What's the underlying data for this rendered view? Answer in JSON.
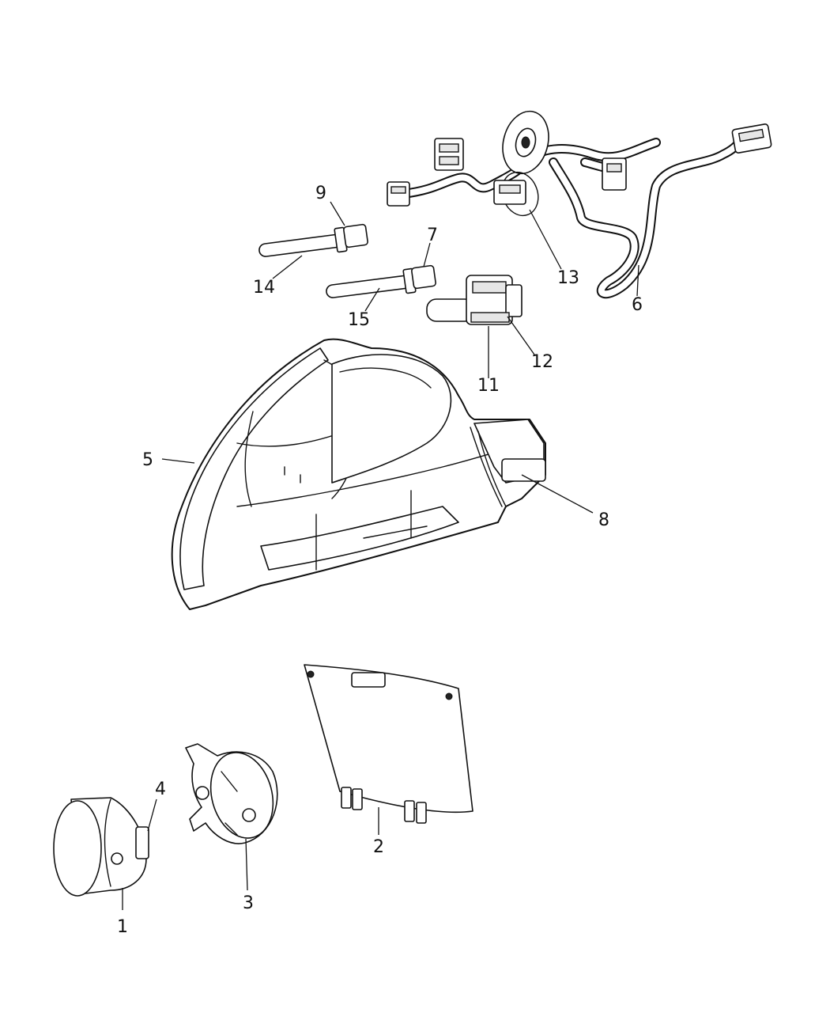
{
  "callouts": {
    "c1": "1",
    "c2": "2",
    "c3": "3",
    "c4": "4",
    "c5": "5",
    "c6": "6",
    "c7": "7",
    "c8": "8",
    "c9": "9",
    "c11": "11",
    "c12": "12",
    "c13": "13",
    "c14": "14",
    "c15": "15"
  }
}
